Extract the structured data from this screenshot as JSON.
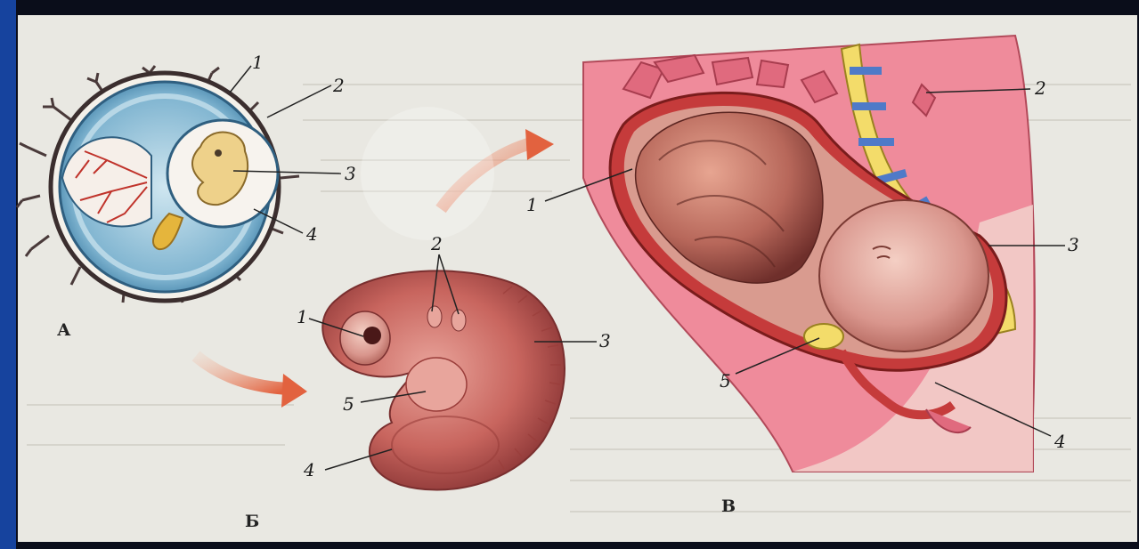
{
  "panels": {
    "a": {
      "caption": "А",
      "labels": [
        "1",
        "2",
        "3",
        "4"
      ]
    },
    "b": {
      "caption": "Б",
      "labels": [
        "1",
        "2",
        "3",
        "4",
        "5"
      ]
    },
    "c": {
      "caption": "В",
      "labels": [
        "1",
        "2",
        "3",
        "4",
        "5"
      ]
    }
  },
  "colors": {
    "frame": "#0a0d1a",
    "left_stripe": "#16439e",
    "paper": "#e9e8e2",
    "uterus": "#e87f90",
    "embryo": "#c8655e",
    "spine": "#f3dc6a"
  }
}
